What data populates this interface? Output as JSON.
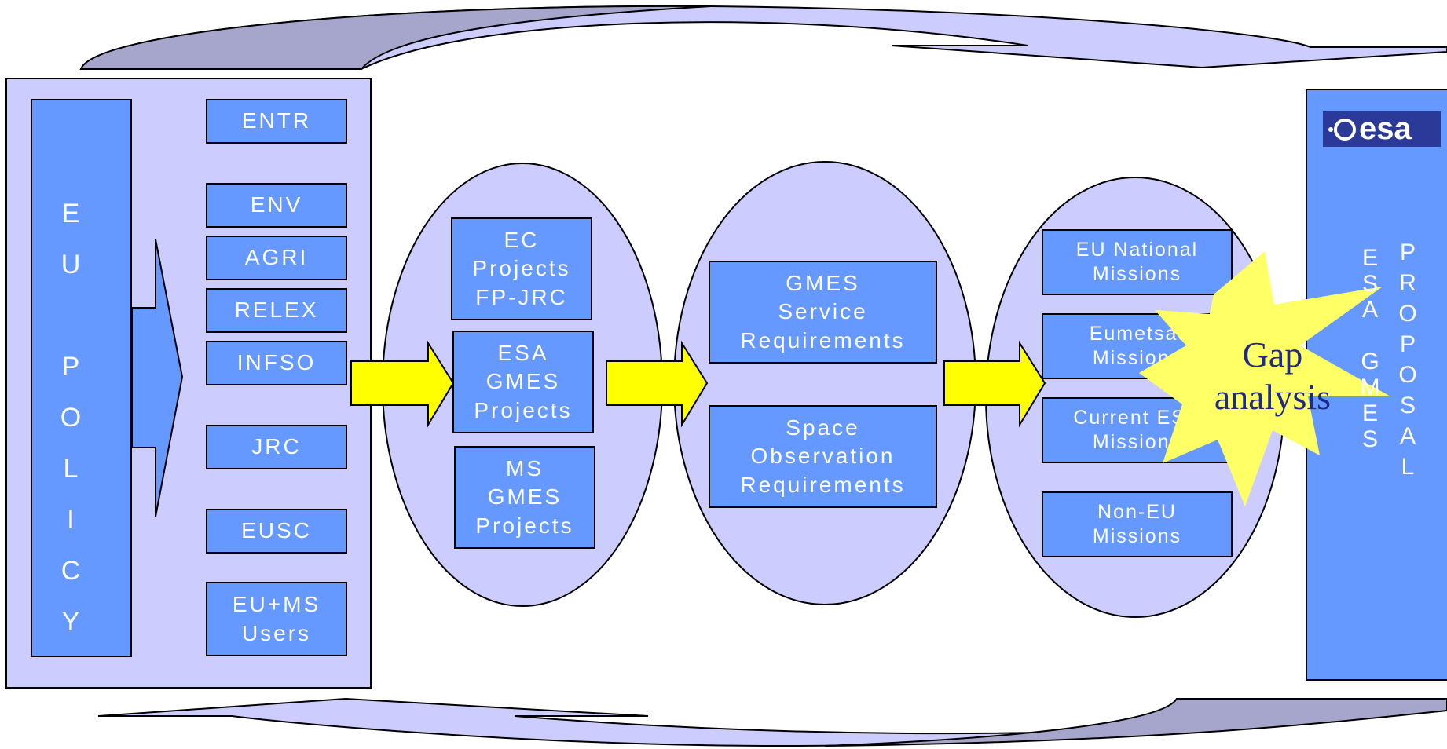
{
  "eu_policy": {
    "label": "E\nU\n\nP\nO\nL\nI\nC\nY"
  },
  "directorates": [
    "ENTR",
    "ENV",
    "AGRI",
    "RELEX",
    "INFSO",
    "JRC",
    "EUSC",
    "EU+MS\nUsers"
  ],
  "projects": [
    "EC\nProjects\nFP-JRC",
    "ESA\nGMES\nProjects",
    "MS\nGMES\nProjects"
  ],
  "requirements": [
    "GMES\nService\nRequirements",
    "Space\nObservation\nRequirements"
  ],
  "missions": [
    "EU National\nMissions",
    "Eumetsat\nMissions",
    "Current ESA\nMissions",
    "Non-EU\nMissions"
  ],
  "gap": {
    "label": "Gap\nanalysis"
  },
  "esa_panel": {
    "logo_text": "esa",
    "col1": "E\nS\nA\n\nG\nM\nE\nS",
    "col2": "P\nR\nO\nP\nO\nS\nA\nL"
  },
  "colors": {
    "lavender": "#ccccff",
    "box_blue": "#6699ff",
    "arrow_yellow": "#ffff00",
    "burst_yellow": "#ffff66",
    "eu_flag": "#333399",
    "curve_dark": "#a6a6cc"
  }
}
